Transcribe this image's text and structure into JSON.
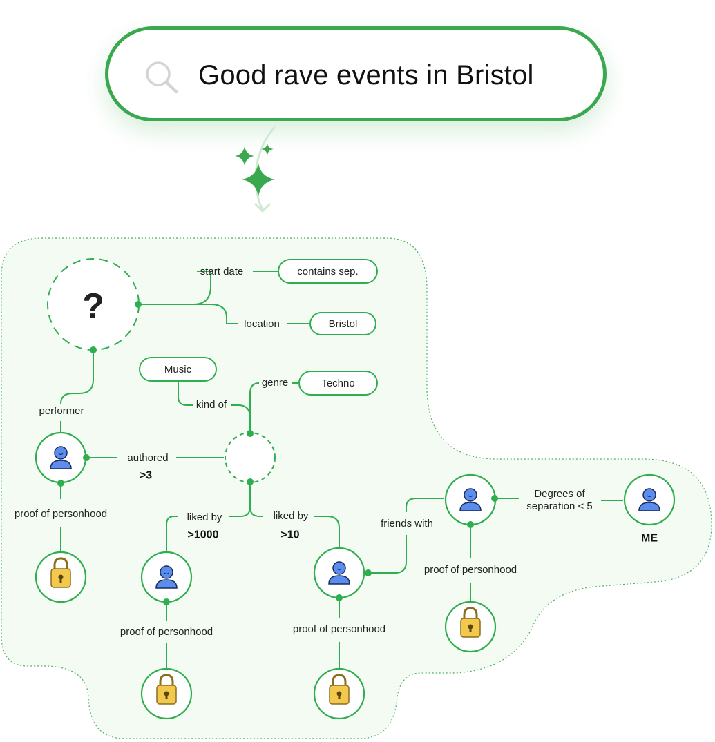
{
  "search": {
    "query": "Good rave events in Bristol",
    "icon": "search-icon"
  },
  "colors": {
    "accent": "#2fae4f",
    "panel": "#f3fbf2",
    "person": "#5b8def",
    "lock": "#f2c94c"
  },
  "attributes": {
    "start_date": {
      "label": "start date",
      "value": "contains sep."
    },
    "location": {
      "label": "location",
      "value": "Bristol"
    },
    "kind_of": {
      "label": "kind of",
      "value": "Music"
    },
    "genre": {
      "label": "genre",
      "value": "Techno"
    }
  },
  "query_node": {
    "label": "?"
  },
  "edges": {
    "performer": "performer",
    "authored": "authored",
    "authored_count": ">3",
    "liked_by_1": "liked by",
    "liked_by_1_count": ">1000",
    "liked_by_2": "liked by",
    "liked_by_2_count": ">10",
    "friends_with": "friends with",
    "degrees": "Degrees of separation < 5",
    "proof": "proof of personhood"
  },
  "me": {
    "label": "ME"
  }
}
